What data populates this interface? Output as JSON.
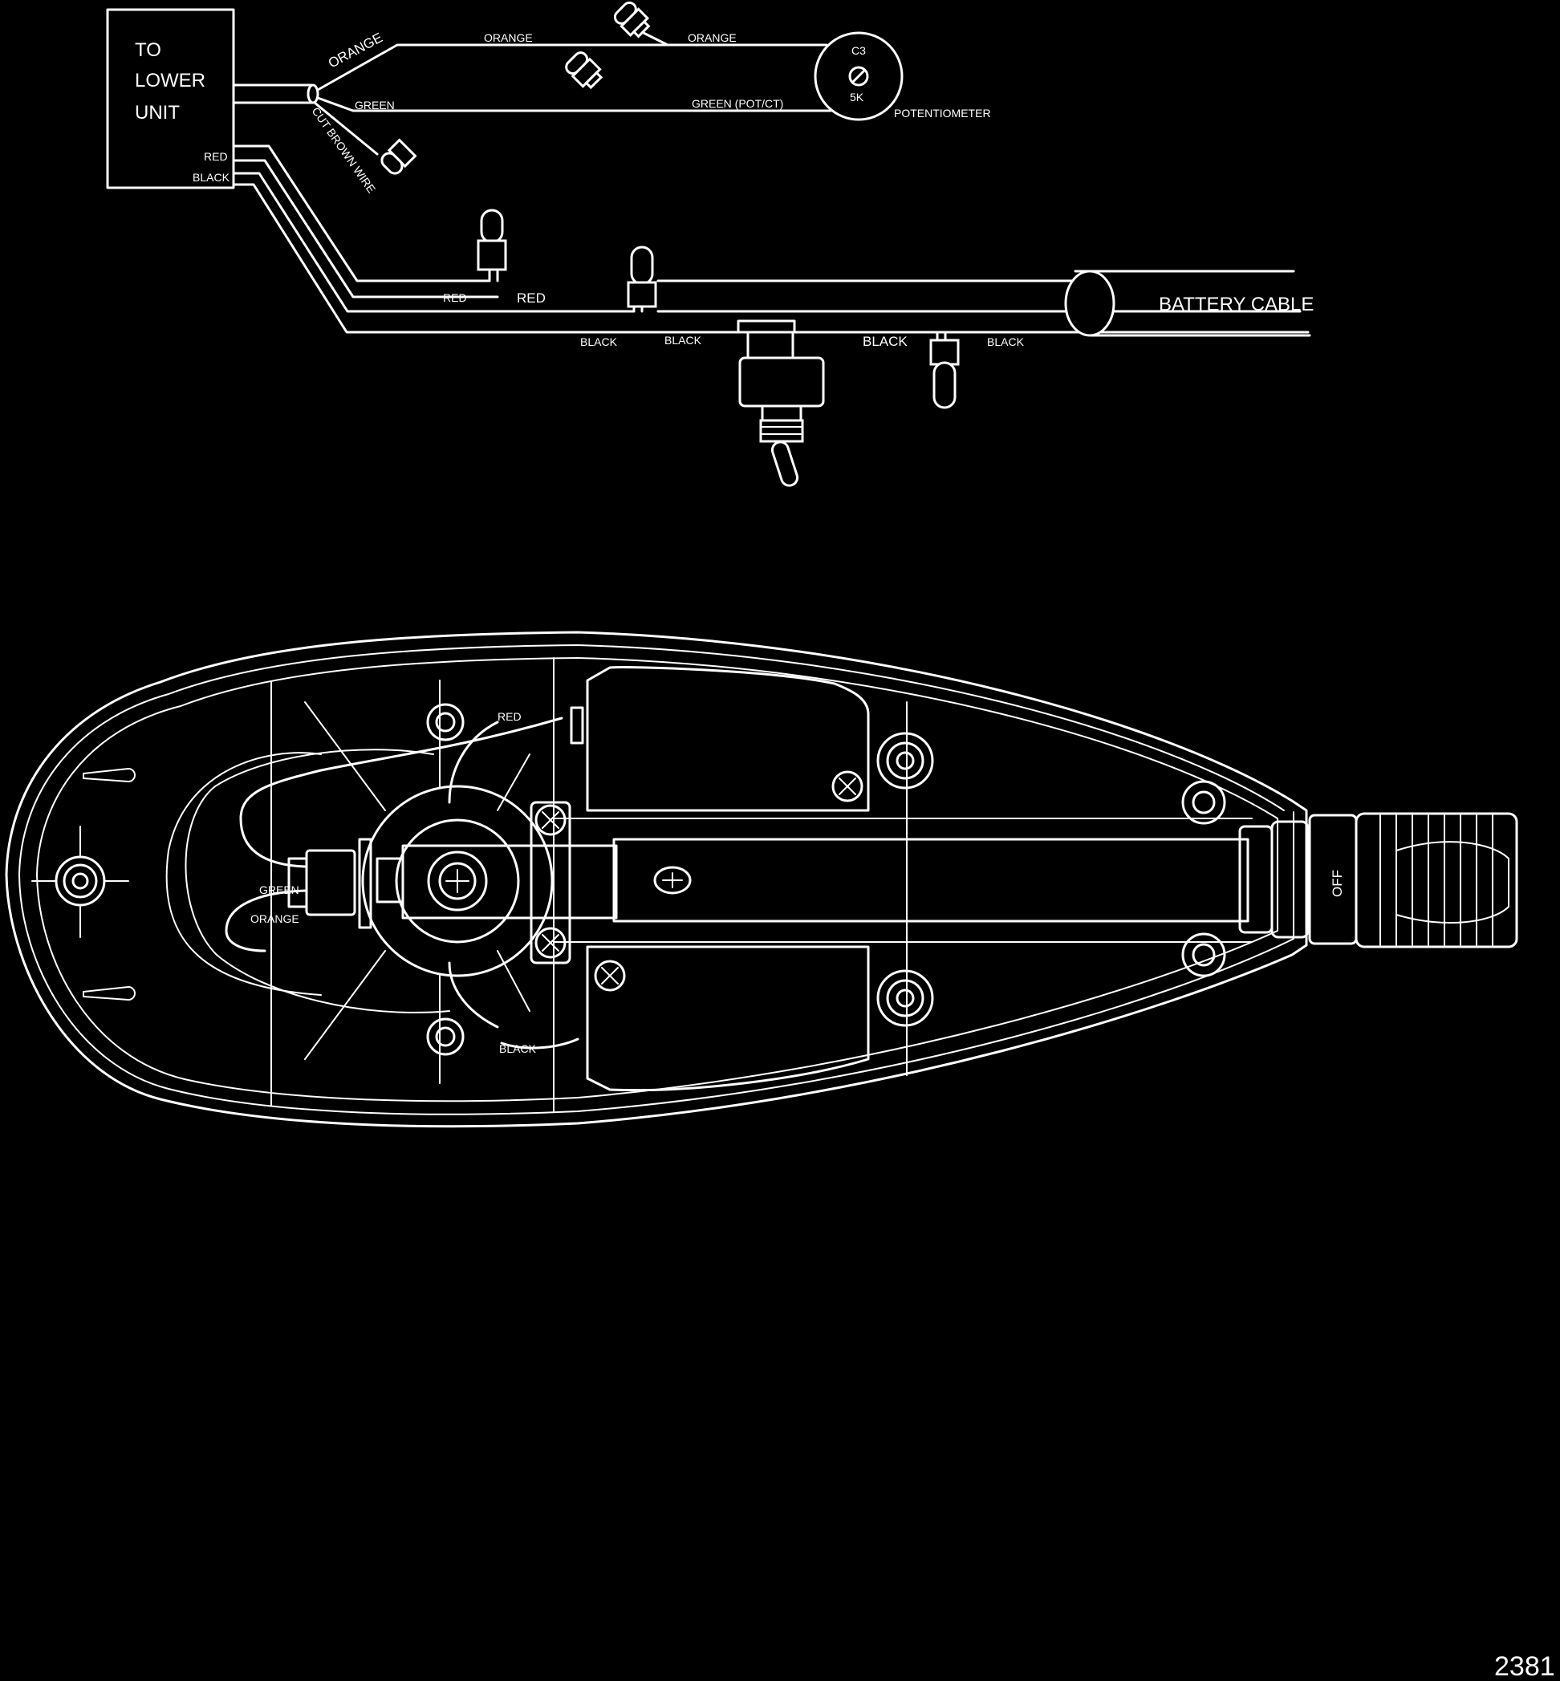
{
  "labels": {
    "to_lower_unit_1": "TO",
    "to_lower_unit_2": "LOWER",
    "to_lower_unit_3": "UNIT",
    "red": "RED",
    "black": "BLACK",
    "orange": "ORANGE",
    "green": "GREEN",
    "green_pot_ct": "GREEN (POT/CT)",
    "cut_brown_wire": "CUT BROWN WIRE",
    "potentiometer": "POTENTIOMETER",
    "pot_c3": "C3",
    "pot_5k": "5K",
    "battery_cable": "BATTERY CABLE",
    "off": "OFF",
    "figure_number": "2381"
  },
  "colors": {
    "background": "#000000",
    "line": "#ffffff"
  }
}
